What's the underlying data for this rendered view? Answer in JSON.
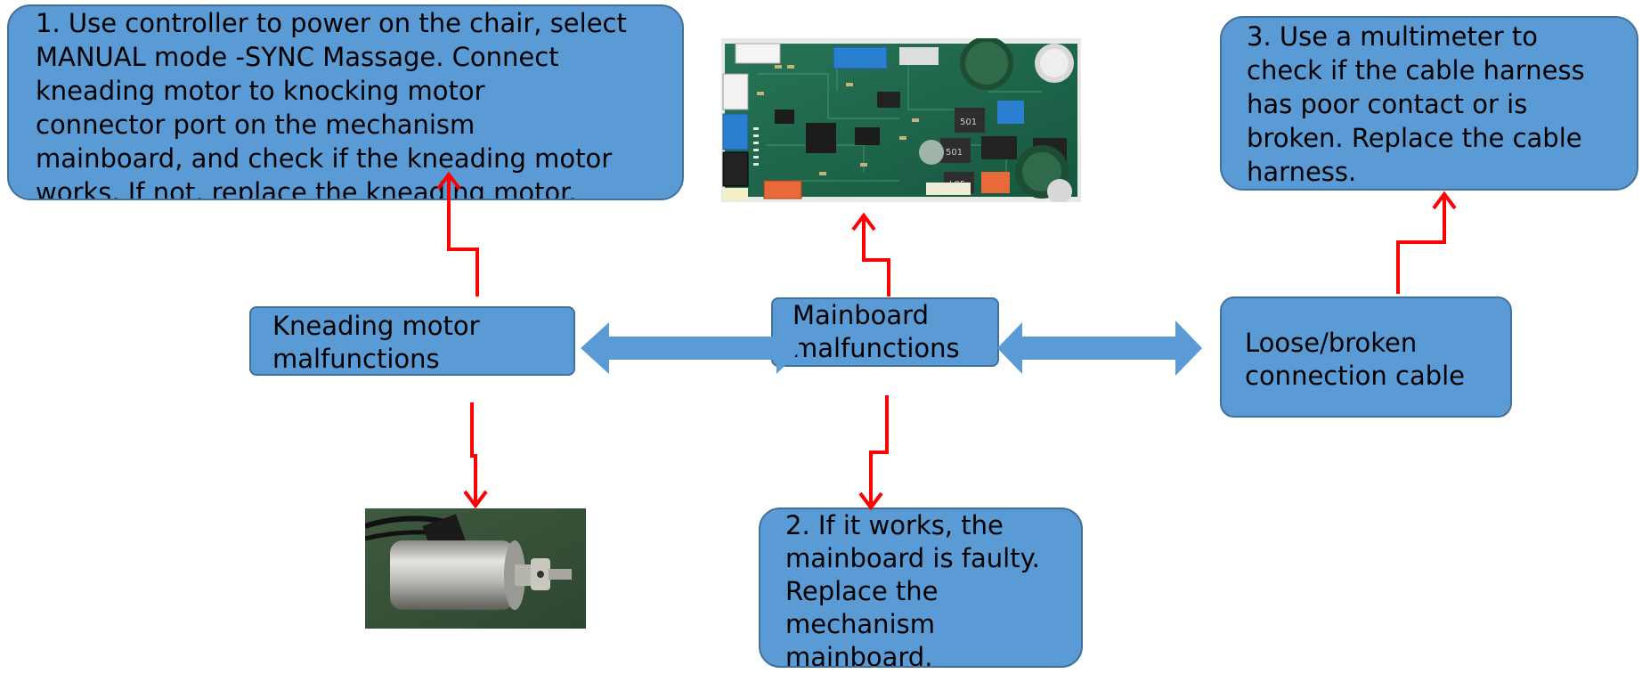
{
  "colors": {
    "box_fill": "#5b9bd5",
    "box_border": "#41719c",
    "connector_red": "#ff0000",
    "double_arrow": "#5b9bd5"
  },
  "icons": {
    "mainboard_photo": "pcb-board-image",
    "motor_photo": "kneading-motor-image"
  },
  "boxes": {
    "step1": "1. Use controller to power on the chair, select\nMANUAL mode -SYNC Massage. Connect\nkneading motor to knocking motor\nconnector port on the mechanism\nmainboard, and check if the kneading motor\nworks. If not, replace the kneading motor.",
    "step3": "3. Use a multimeter to\ncheck if the cable harness\nhas poor contact or is\nbroken. Replace the cable\nharness.",
    "kneading_motor": "Kneading motor\nmalfunctions",
    "mainboard": "Mainboard\nmalfunctions",
    "cable": "Loose/broken\nconnection cable",
    "step2": "2. If it works, the\nmainboard is faulty.\nReplace the\nmechanism\nmainboard."
  }
}
